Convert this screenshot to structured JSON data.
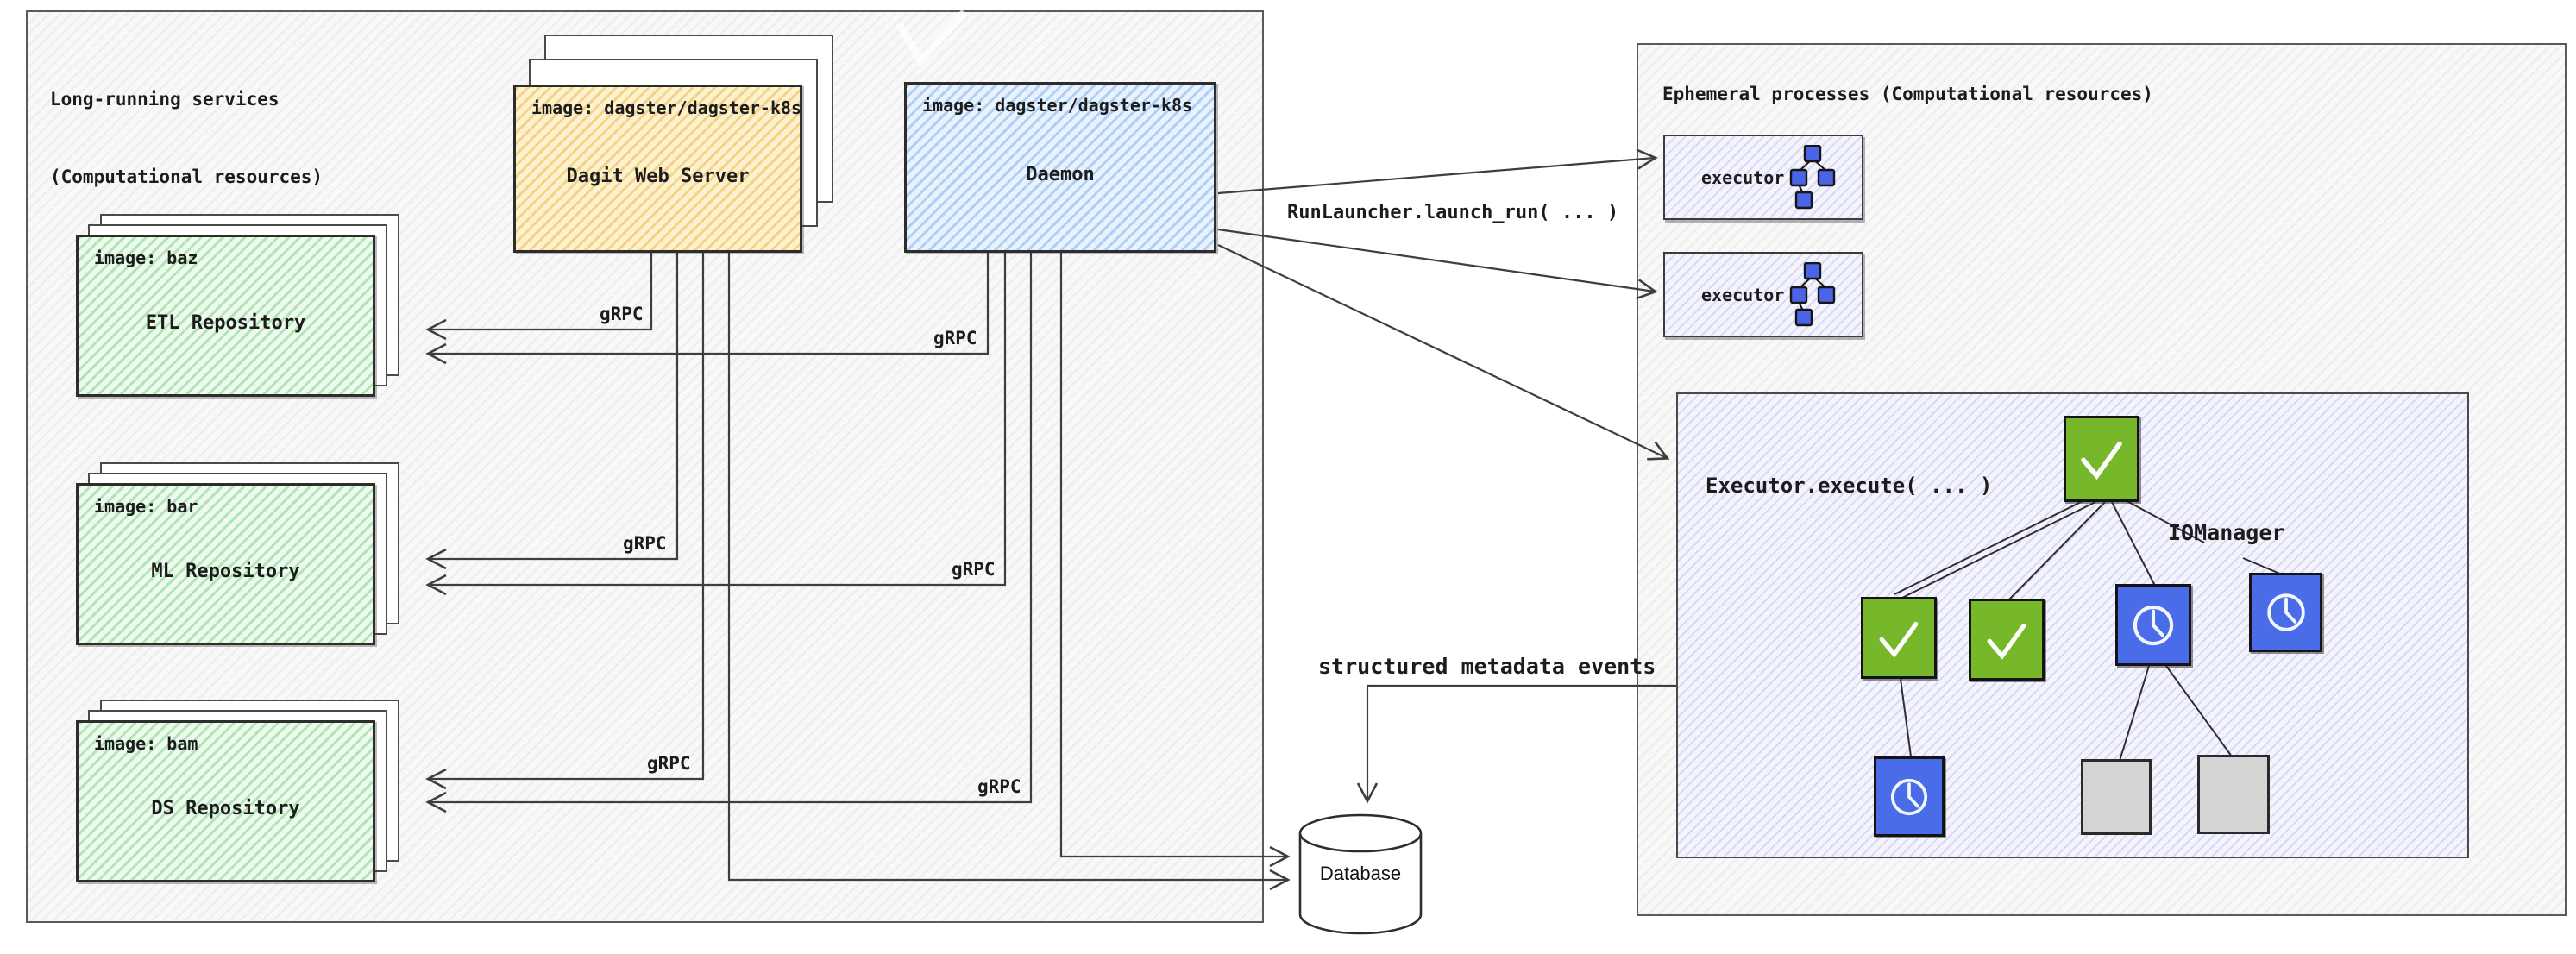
{
  "left_panel": {
    "title": [
      "Long-running services",
      "(Computational resources)"
    ],
    "grpc_label": "gRPC",
    "dagit": {
      "image_label": "image: dagster/dagster-k8s",
      "name": "Dagit Web Server"
    },
    "daemon": {
      "image_label": "image: dagster/dagster-k8s",
      "name": "Daemon"
    },
    "repos": [
      {
        "image_label": "image: baz",
        "name": "ETL Repository"
      },
      {
        "image_label": "image: bar",
        "name": "ML Repository"
      },
      {
        "image_label": "image: bam",
        "name": "DS Repository"
      }
    ]
  },
  "right_panel": {
    "title": "Ephemeral processes (Computational resources)",
    "executors": [
      {
        "label": "executor"
      },
      {
        "label": "executor"
      }
    ],
    "execute_box": {
      "title": "Executor.execute( ... )",
      "iomanager_label": "IOManager",
      "nodes": [
        {
          "id": "root",
          "status": "success",
          "icon": "check-icon"
        },
        {
          "id": "step-1",
          "status": "success",
          "icon": "check-icon"
        },
        {
          "id": "step-2",
          "status": "success",
          "icon": "check-icon"
        },
        {
          "id": "step-3",
          "status": "in-progress",
          "icon": "clock-icon"
        },
        {
          "id": "step-4",
          "status": "in-progress",
          "icon": "clock-icon"
        },
        {
          "id": "step-5",
          "status": "in-progress",
          "icon": "clock-icon"
        },
        {
          "id": "step-6",
          "status": "not-started",
          "icon": "none"
        },
        {
          "id": "step-7",
          "status": "not-started",
          "icon": "none"
        }
      ]
    }
  },
  "labels": {
    "run_launcher": "RunLauncher.launch_run( ... )",
    "metadata_events": "structured metadata events"
  },
  "database": {
    "label": "Database"
  },
  "icons": {
    "dag-icon": "mini pipeline graph of four connected squares",
    "check-icon": "white checkmark (step success)",
    "clock-icon": "white clock (step in progress)",
    "database-cylinder": "database cylinder shape"
  },
  "colors": {
    "success_green": "#76b82a",
    "pending_blue": "#4a6ce8",
    "skipped_gray": "#d4d4d4",
    "dagit_yellow_fill": "#fdf2d0",
    "daemon_blue_fill": "#eaf3fd",
    "repo_green_fill": "#edfaed",
    "executor_lavender_fill": "#f4f4fd",
    "wire_stroke": "#3e3e3e"
  }
}
